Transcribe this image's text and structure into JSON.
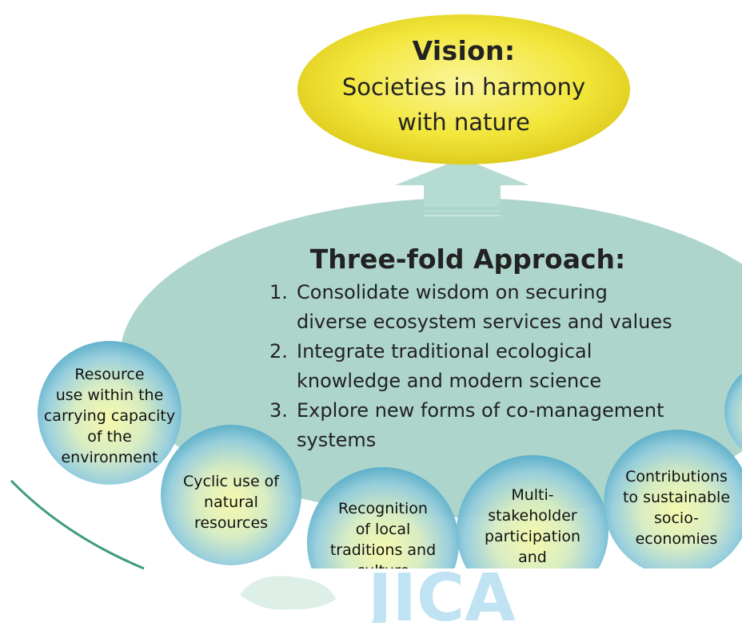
{
  "vision": {
    "title": "Vision:",
    "line1": "Societies in harmony",
    "line2": "with nature"
  },
  "approach": {
    "title": "Three-fold Approach:",
    "items": [
      {
        "num": "1.",
        "line1": "Consolidate wisdom on securing",
        "line2": "diverse ecosystem services and values"
      },
      {
        "num": "2.",
        "line1": "Integrate traditional ecological",
        "line2": "knowledge and modern science"
      },
      {
        "num": "3.",
        "line1": "Explore new forms of co-management",
        "line2": "systems"
      }
    ]
  },
  "circles": [
    {
      "lines": [
        "Resource",
        "use within the",
        "carrying capacity",
        "of the",
        "environment"
      ]
    },
    {
      "lines": [
        "Cyclic use of",
        "natural",
        "resources"
      ]
    },
    {
      "lines": [
        "Recognition",
        "of local",
        "traditions and",
        "culture"
      ]
    },
    {
      "lines": [
        "Multi-",
        "stakeholder",
        "participation",
        "and"
      ]
    },
    {
      "lines": [
        "Contributions",
        "to sustainable",
        "socio-",
        "economies"
      ]
    }
  ],
  "colors": {
    "vision_fill": "#f2e63a",
    "approach_fill": "#a9d3c9",
    "arrow_fill": "#b5dbd2",
    "circle_center": "#f2f6a8",
    "circle_edge": "#6fb7d0",
    "curve": "#3e9c7c",
    "logo": "#bfe3f3"
  },
  "logo_text": "JICA"
}
